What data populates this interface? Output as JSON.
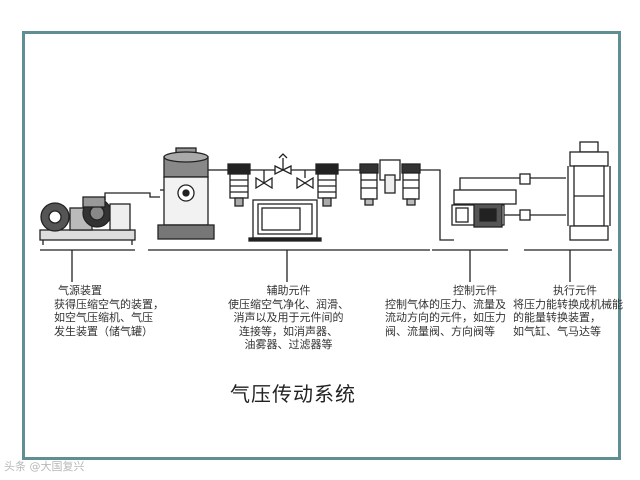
{
  "title": "气压传动系统",
  "watermark": "头条 @大国复兴",
  "sections": [
    {
      "id": "source",
      "heading": "气源装置",
      "lines": [
        "获得压缩空气的装置，",
        "如空气压缩机、气压",
        "发生装置（储气罐）"
      ]
    },
    {
      "id": "auxiliary",
      "heading": "辅助元件",
      "lines": [
        "使压缩空气净化、润滑、",
        "消声以及用于元件间的",
        "连接等，如消声器、",
        "油雾器、过滤器等"
      ]
    },
    {
      "id": "control",
      "heading": "控制元件",
      "lines": [
        "控制气体的压力、流量及",
        "流动方向的元件，如压力",
        "阀、流量阀、方向阀等"
      ]
    },
    {
      "id": "actuator",
      "heading": "执行元件",
      "lines": [
        "将压力能转换成机械能",
        "的能量转换装置，",
        "如气缸、气马达等"
      ]
    }
  ],
  "colors": {
    "frame": "#5f8e93",
    "line": "#222222"
  }
}
